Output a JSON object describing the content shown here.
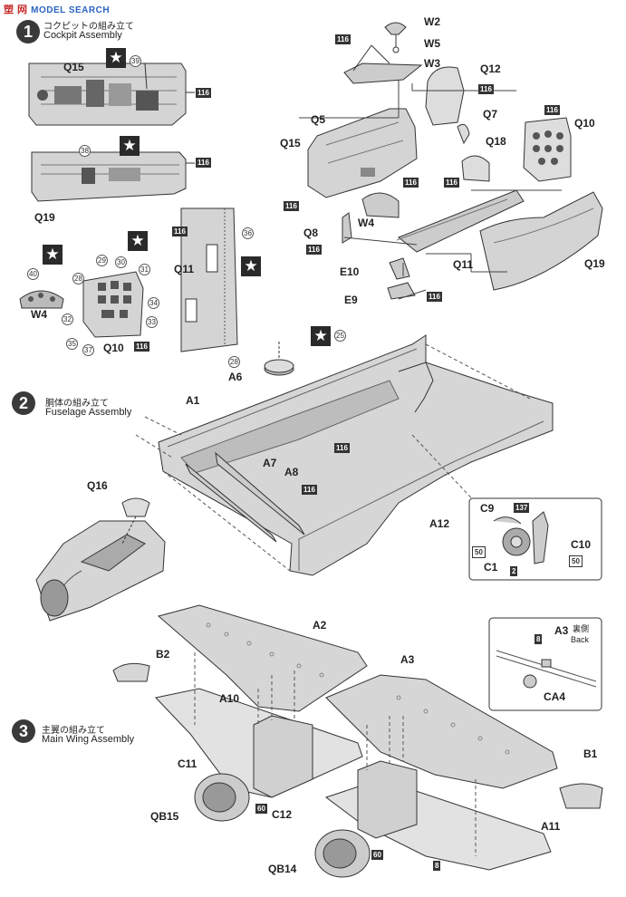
{
  "watermark": {
    "cn": "塑 网",
    "en": "MODEL SEARCH"
  },
  "steps": [
    {
      "num": "1",
      "jp": "コクピットの組み立て",
      "en": "Cockpit Assembly"
    },
    {
      "num": "2",
      "jp": "胴体の組み立て",
      "en": "Fuselage Assembly"
    },
    {
      "num": "3",
      "jp": "主翼の組み立て",
      "en": "Main Wing Assembly"
    }
  ],
  "labels": {
    "Q15a": "Q15",
    "Q19a": "Q19",
    "W4a": "W4",
    "Q10a": "Q10",
    "Q11a": "Q11",
    "W2": "W2",
    "W5": "W5",
    "W3": "W3",
    "Q12": "Q12",
    "Q5": "Q5",
    "Q7": "Q7",
    "Q10b": "Q10",
    "Q15b": "Q15",
    "Q18": "Q18",
    "W4b": "W4",
    "Q8": "Q8",
    "E10": "E10",
    "Q11b": "Q11",
    "Q19b": "Q19",
    "E9": "E9",
    "A6": "A6",
    "A1": "A1",
    "A7": "A7",
    "A8": "A8",
    "Q16": "Q16",
    "A12": "A12",
    "C9": "C9",
    "C1": "C1",
    "C10": "C10",
    "A2": "A2",
    "B2": "B2",
    "A10": "A10",
    "A3": "A3",
    "A3back": "A3",
    "A3back_jp": "裏側",
    "A3back_en": "Back",
    "CA4": "CA4",
    "C11": "C11",
    "B1": "B1",
    "QB15": "QB15",
    "C12": "C12",
    "A11": "A11",
    "QB14": "QB14"
  },
  "numbers": {
    "n39": "39",
    "n38": "38",
    "n36": "36",
    "n40": "40",
    "n29": "29",
    "n30": "30",
    "n28": "28",
    "n31": "31",
    "n34": "34",
    "n32": "32",
    "n33": "33",
    "n35": "35",
    "n37": "37",
    "n25": "25",
    "n28b": "28"
  },
  "color_boxes": {
    "c116": "116",
    "c137": "137",
    "c50": "50",
    "c2": "2",
    "c8": "8",
    "c60": "60"
  },
  "star_glyph": "★",
  "colors": {
    "ink": "#222222",
    "tone": "#cfcfcf",
    "box": "#333333"
  }
}
